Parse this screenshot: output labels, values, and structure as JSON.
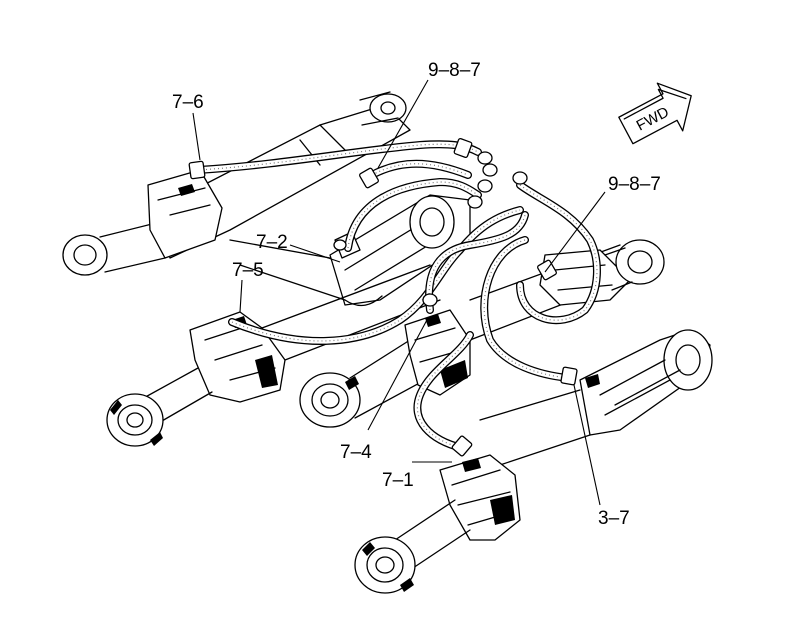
{
  "diagram": {
    "callouts": [
      {
        "id": "c76",
        "text": "7–6"
      },
      {
        "id": "c987a",
        "text": "9–8–7"
      },
      {
        "id": "c987b",
        "text": "9–8–7"
      },
      {
        "id": "c72",
        "text": "7–2"
      },
      {
        "id": "c75",
        "text": "7–5"
      },
      {
        "id": "c74",
        "text": "7–4"
      },
      {
        "id": "c71",
        "text": "7–1"
      },
      {
        "id": "c37",
        "text": "3–7"
      }
    ],
    "direction_arrow": {
      "label": "FWD"
    }
  }
}
